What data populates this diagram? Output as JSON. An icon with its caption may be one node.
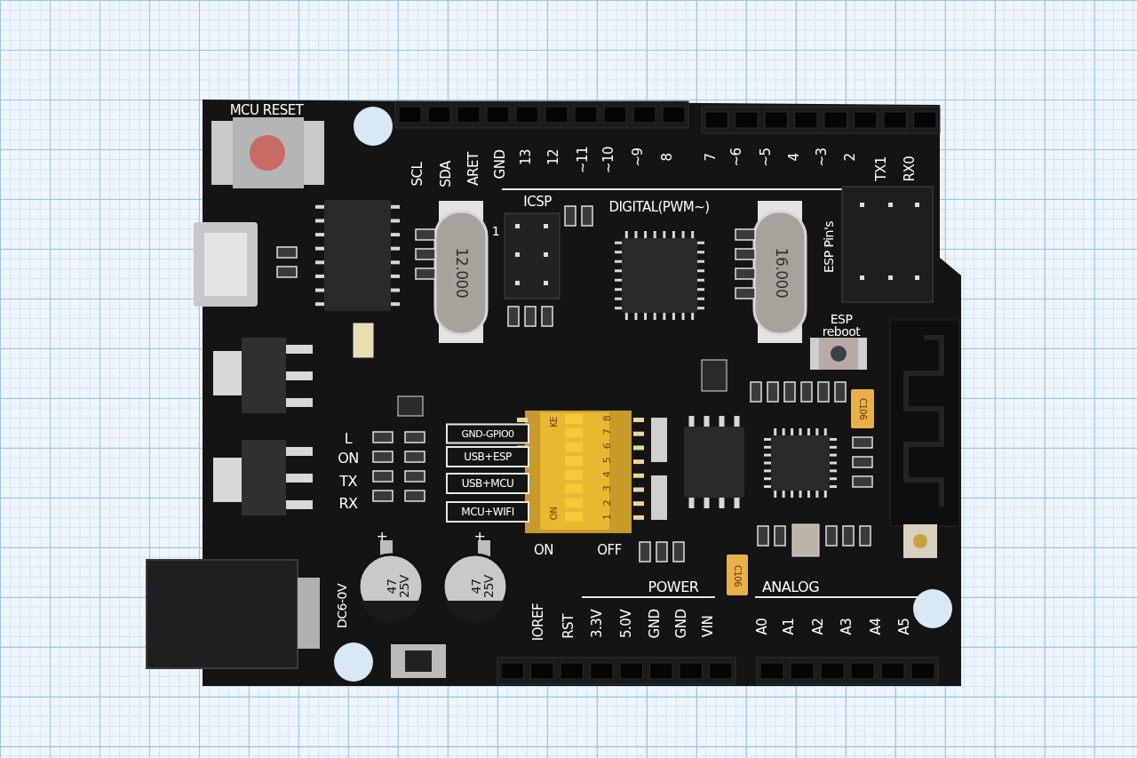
{
  "diagram": {
    "labels": [
      "MCU RESET",
      "SCL",
      "SDA",
      "ARET",
      "GND",
      "13",
      "12",
      "~11",
      "~10",
      "~9",
      "8",
      "7",
      "~6",
      "~5",
      "4",
      "~3",
      "2",
      "TX1",
      "RX0",
      "ICSP",
      "1",
      "DIGITAL(PWM~)",
      "12.000",
      "16.000",
      "ESP Pin's",
      "ESP reboot",
      "C106",
      "L",
      "ON",
      "TX",
      "RX",
      "GND-GPIO0",
      "USB+ESP",
      "USB+MCU",
      "MCU+WIFI",
      "KE",
      "8",
      "7",
      "6",
      "5",
      "4",
      "3",
      "2",
      "1",
      "ON",
      "ON",
      "OFF",
      "+",
      "+",
      "47 25V",
      "47 25V",
      "C106",
      "POWER",
      "ANALOG",
      "DC6-0V",
      "IOREF",
      "RST",
      "3.3V",
      "5.0V",
      "GND",
      "GND",
      "VIN",
      "A0",
      "A1",
      "A2",
      "A3",
      "A4",
      "A5"
    ]
  }
}
